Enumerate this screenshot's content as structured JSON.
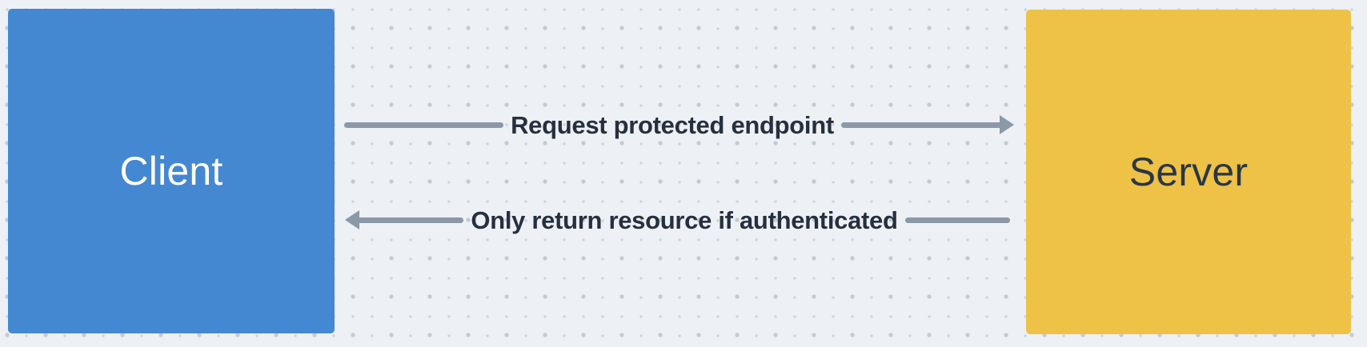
{
  "diagram": {
    "nodes": {
      "client": {
        "label": "Client",
        "fill": "#4588d2",
        "text_color": "#ffffff"
      },
      "server": {
        "label": "Server",
        "fill": "#edc246",
        "text_color": "#2b3645"
      }
    },
    "arrows": [
      {
        "id": "request",
        "label": "Request protected endpoint",
        "from": "client",
        "to": "server",
        "direction": "right"
      },
      {
        "id": "response",
        "label": "Only return resource if authenticated",
        "from": "server",
        "to": "client",
        "direction": "left"
      }
    ],
    "colors": {
      "canvas_bg": "#edf0f4",
      "grid_dot_big": "#c4cad5",
      "grid_dot_small": "#cfd4dd",
      "arrow": "#8b98a5",
      "label_text": "#25303f"
    }
  }
}
